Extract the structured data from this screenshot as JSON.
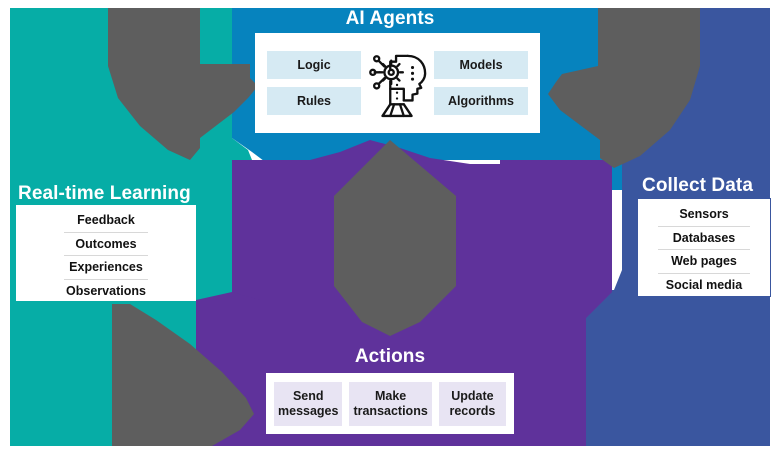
{
  "colors": {
    "teal": "#06ada6",
    "blue": "#0683be",
    "purple": "#5f329b",
    "navy": "#3a569f",
    "gray_arrow": "#5e5e5e",
    "chip_blue": "#d6eaf3",
    "chip_lavender": "#e8e4f3",
    "panel_white": "#ffffff",
    "heading_text": "#ffffff",
    "body_text": "#111111"
  },
  "sections": {
    "ai_agents": {
      "heading": "AI Agents",
      "icon": "ai-robot-head-icon",
      "left_chips": [
        "Logic",
        "Rules"
      ],
      "right_chips": [
        "Models",
        "Algorithms"
      ]
    },
    "realtime_learning": {
      "heading": "Real-time Learning",
      "items": [
        "Feedback",
        "Outcomes",
        "Experiences",
        "Observations"
      ]
    },
    "collect_data": {
      "heading": "Collect Data",
      "items": [
        "Sensors",
        "Databases",
        "Web pages",
        "Social media"
      ]
    },
    "actions": {
      "heading": "Actions",
      "chips": [
        "Send messages",
        "Make transactions",
        "Update records"
      ]
    }
  }
}
